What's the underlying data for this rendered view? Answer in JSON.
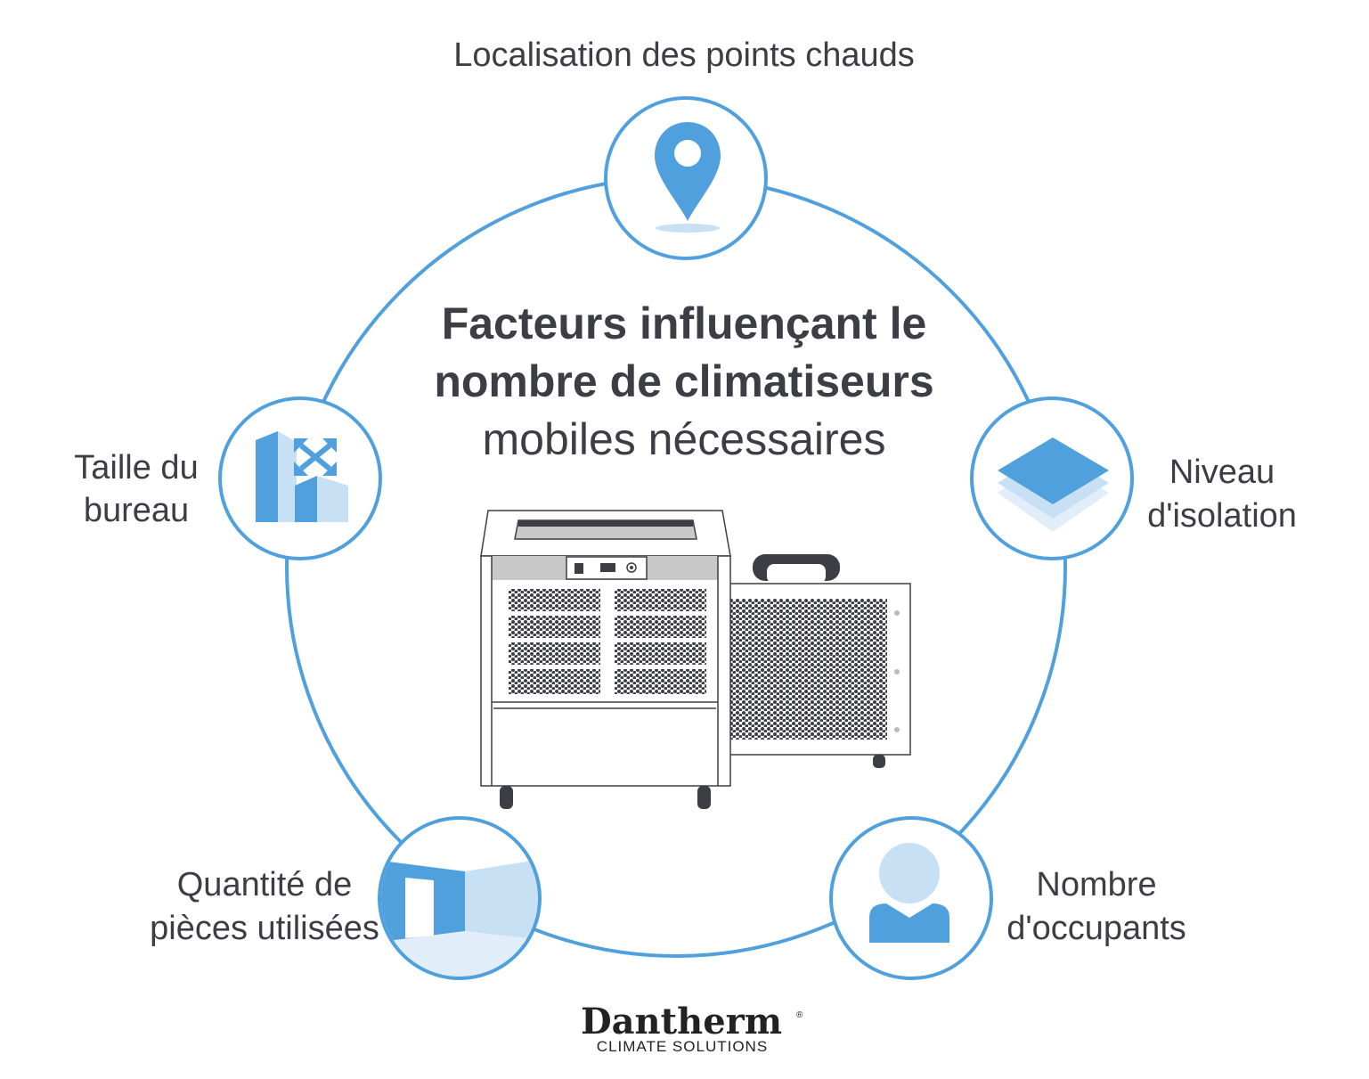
{
  "title": {
    "line1": "Facteurs influençant le",
    "line2": "nombre de climatiseurs",
    "line3": "mobiles nécessaires"
  },
  "factors": [
    {
      "label_lines": [
        "Localisation des points chauds"
      ],
      "icon": "map-pin-icon"
    },
    {
      "label_lines": [
        "Taille du",
        "bureau"
      ],
      "icon": "building-expand-icon"
    },
    {
      "label_lines": [
        "Niveau",
        "d'isolation"
      ],
      "icon": "layers-icon"
    },
    {
      "label_lines": [
        "Quantité de",
        "pièces utilisées"
      ],
      "icon": "room-door-icon"
    },
    {
      "label_lines": [
        "Nombre",
        "d'occupants"
      ],
      "icon": "person-icon"
    }
  ],
  "logo": {
    "brand": "Dantherm",
    "registered": "®",
    "tagline": "CLIMATE SOLUTIONS"
  },
  "colors": {
    "accent": "#4fa0dd",
    "light": "#c8e0f4",
    "dark": "#3d3d45"
  }
}
